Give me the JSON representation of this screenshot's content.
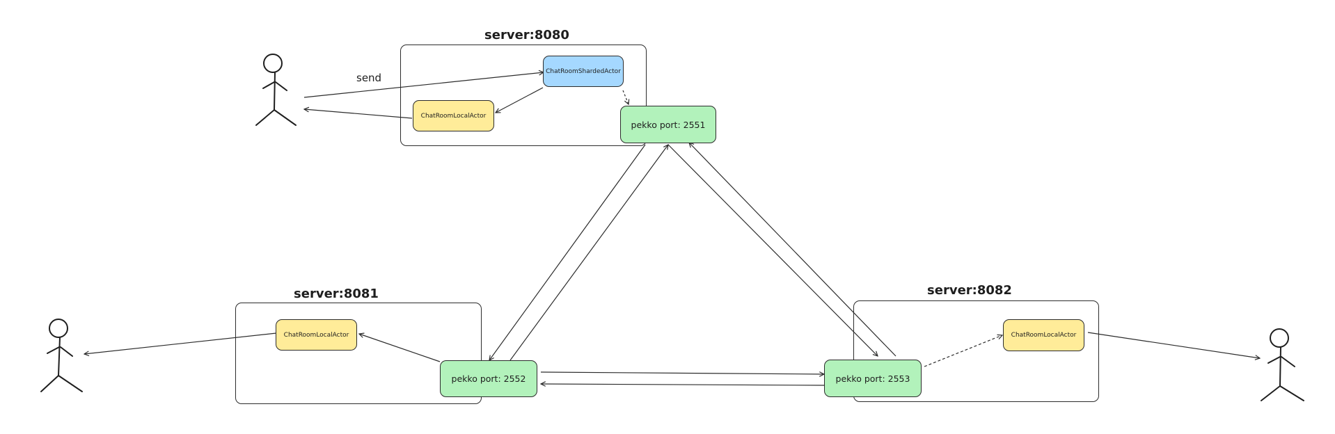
{
  "servers": {
    "s8080": {
      "title": "server:8080"
    },
    "s8081": {
      "title": "server:8081"
    },
    "s8082": {
      "title": "server:8082"
    }
  },
  "nodes": {
    "sharded_8080": "ChatRoomShardedActor",
    "local_8080": "ChatRoomLocalActor",
    "pekko_2551": "pekko port: 2551",
    "local_8081": "ChatRoomLocalActor",
    "pekko_2552": "pekko port: 2552",
    "local_8082": "ChatRoomLocalActor",
    "pekko_2553": "pekko port: 2553"
  },
  "edges": {
    "send_label": "send"
  },
  "colors": {
    "pekko": "#b2f2bb",
    "local": "#ffec99",
    "sharded": "#a5d8ff",
    "stroke": "#2b2b2b"
  }
}
